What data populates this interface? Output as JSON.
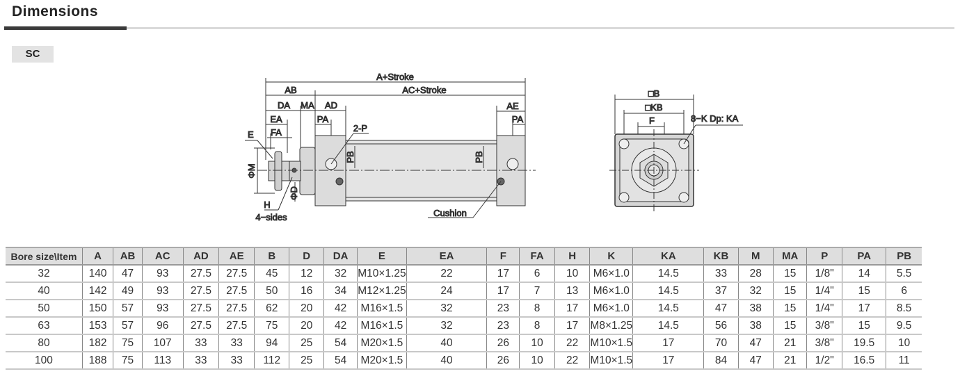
{
  "header": {
    "title": "Dimensions",
    "model_tag": "SC"
  },
  "diagram": {
    "side_labels": {
      "a_stroke": "A+Stroke",
      "ac_stroke": "AC+Stroke",
      "ab": "AB",
      "da": "DA",
      "ma": "MA",
      "ad": "AD",
      "ae": "AE",
      "ea": "EA",
      "fa": "FA",
      "pa_left": "PA",
      "pa_right": "PA",
      "e": "E",
      "phi_m": "ΦM",
      "phi_d": "ΦD",
      "h": "H",
      "four_sides": "4−sides",
      "two_p": "2-P",
      "pb_left": "PB",
      "pb_right": "PB",
      "cushion": "Cushion"
    },
    "end_labels": {
      "b": "□B",
      "kb": "□KB",
      "f": "F",
      "k": "8−K Dp: KA"
    }
  },
  "table": {
    "headers": [
      "Bore size\\Item",
      "A",
      "AB",
      "AC",
      "AD",
      "AE",
      "B",
      "D",
      "DA",
      "E",
      "EA",
      "F",
      "FA",
      "H",
      "K",
      "KA",
      "KB",
      "M",
      "MA",
      "P",
      "PA",
      "PB"
    ],
    "rows": [
      [
        "32",
        "140",
        "47",
        "93",
        "27.5",
        "27.5",
        "45",
        "12",
        "32",
        "M10×1.25",
        "22",
        "17",
        "6",
        "10",
        "M6×1.0",
        "14.5",
        "33",
        "28",
        "15",
        "1/8\"",
        "14",
        "5.5"
      ],
      [
        "40",
        "142",
        "49",
        "93",
        "27.5",
        "27.5",
        "50",
        "16",
        "34",
        "M12×1.25",
        "24",
        "17",
        "7",
        "13",
        "M6×1.0",
        "14.5",
        "37",
        "32",
        "15",
        "1/4\"",
        "15",
        "6"
      ],
      [
        "50",
        "150",
        "57",
        "93",
        "27.5",
        "27.5",
        "62",
        "20",
        "42",
        "M16×1.5",
        "32",
        "23",
        "8",
        "17",
        "M6×1.0",
        "14.5",
        "47",
        "38",
        "15",
        "1/4\"",
        "17",
        "8.5"
      ],
      [
        "63",
        "153",
        "57",
        "96",
        "27.5",
        "27.5",
        "75",
        "20",
        "42",
        "M16×1.5",
        "32",
        "23",
        "8",
        "17",
        "M8×1.25",
        "14.5",
        "56",
        "38",
        "15",
        "3/8\"",
        "15",
        "9.5"
      ],
      [
        "80",
        "182",
        "75",
        "107",
        "33",
        "33",
        "94",
        "25",
        "54",
        "M20×1.5",
        "40",
        "26",
        "10",
        "22",
        "M10×1.5",
        "17",
        "70",
        "47",
        "21",
        "3/8\"",
        "19.5",
        "10"
      ],
      [
        "100",
        "188",
        "75",
        "113",
        "33",
        "33",
        "112",
        "25",
        "54",
        "M20×1.5",
        "40",
        "26",
        "10",
        "22",
        "M10×1.5",
        "17",
        "84",
        "47",
        "21",
        "1/2\"",
        "16.5",
        "11"
      ]
    ]
  }
}
